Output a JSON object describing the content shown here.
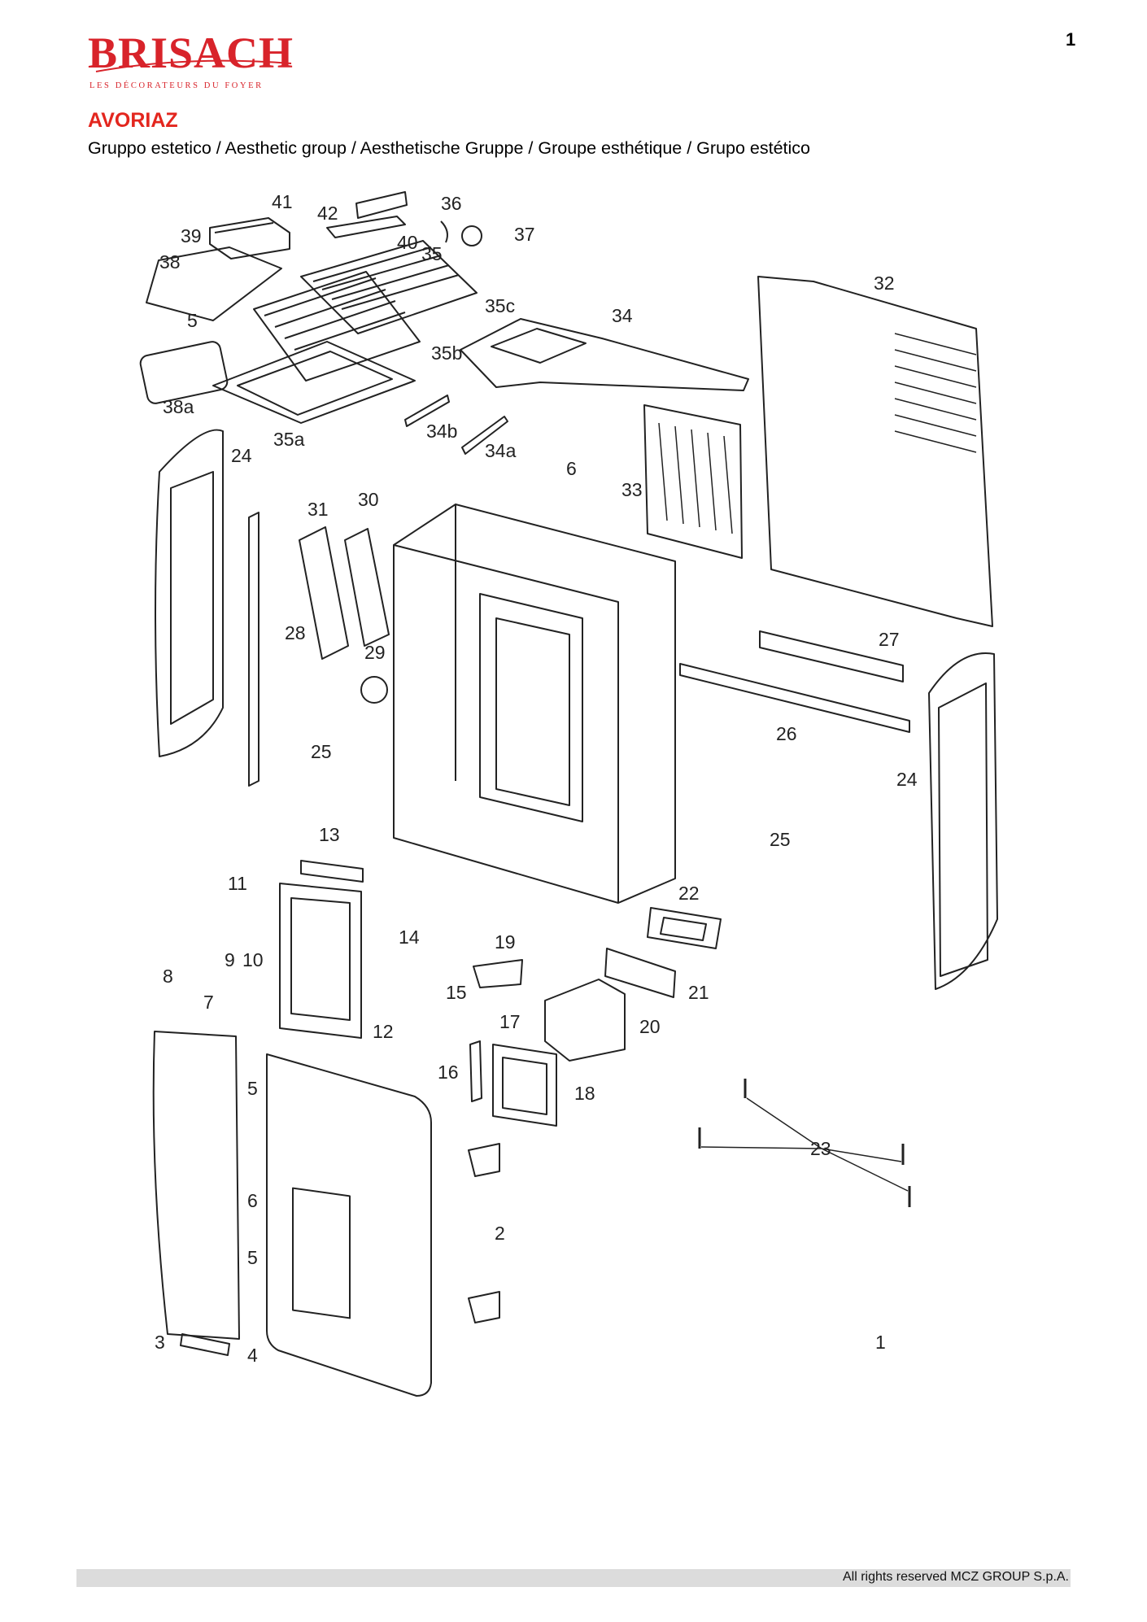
{
  "page_number": "1",
  "logo": {
    "brand": "BRISACH",
    "tagline": "LES DÉCORATEURS DU FOYER"
  },
  "title": "AVORIAZ",
  "subtitle": "Gruppo estetico / Aesthetic group / Aesthetische Gruppe / Groupe esthétique / Grupo estético",
  "diagram": {
    "callouts": {
      "c1": "1",
      "c2": "2",
      "c3": "3",
      "c4": "4",
      "c5a": "5",
      "c5b": "5",
      "c5c": "5",
      "c6a": "6",
      "c6b": "6",
      "c7": "7",
      "c8": "8",
      "c9": "9",
      "c10": "10",
      "c11": "11",
      "c12": "12",
      "c13": "13",
      "c14": "14",
      "c15": "15",
      "c16": "16",
      "c17": "17",
      "c18": "18",
      "c19": "19",
      "c20": "20",
      "c21": "21",
      "c22": "22",
      "c23": "23",
      "c24a": "24",
      "c24b": "24",
      "c25a": "25",
      "c25b": "25",
      "c26": "26",
      "c27": "27",
      "c28": "28",
      "c29": "29",
      "c30": "30",
      "c31": "31",
      "c32": "32",
      "c33": "33",
      "c34": "34",
      "c34a": "34a",
      "c34b": "34b",
      "c35": "35",
      "c35a": "35a",
      "c35b": "35b",
      "c35c": "35c",
      "c36": "36",
      "c37": "37",
      "c38": "38",
      "c38a": "38a",
      "c39": "39",
      "c40": "40",
      "c41": "41",
      "c42": "42"
    }
  },
  "footer": {
    "copyright": "All rights reserved MCZ GROUP S.p.A."
  }
}
